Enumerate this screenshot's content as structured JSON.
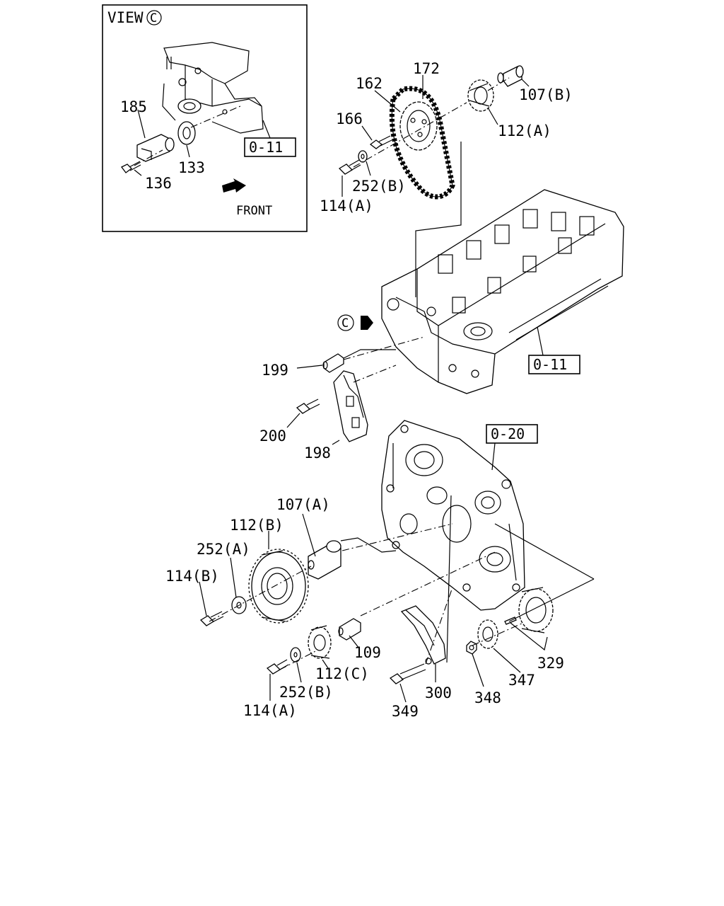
{
  "inset": {
    "view_label": "VIEW",
    "view_marker": "C",
    "front_label": "FRONT",
    "ref_box": "0-11"
  },
  "direction_marker": "C",
  "ref_boxes": {
    "head": "0-11",
    "cover": "0-20"
  },
  "callouts": [
    {
      "id": "185",
      "text": "185"
    },
    {
      "id": "133",
      "text": "133"
    },
    {
      "id": "136",
      "text": "136"
    },
    {
      "id": "172",
      "text": "172"
    },
    {
      "id": "162",
      "text": "162"
    },
    {
      "id": "166",
      "text": "166"
    },
    {
      "id": "107b",
      "text": "107(B)"
    },
    {
      "id": "112a",
      "text": "112(A)"
    },
    {
      "id": "252b_top",
      "text": "252(B)"
    },
    {
      "id": "114a_top",
      "text": "114(A)"
    },
    {
      "id": "199",
      "text": "199"
    },
    {
      "id": "200",
      "text": "200"
    },
    {
      "id": "198",
      "text": "198"
    },
    {
      "id": "107a",
      "text": "107(A)"
    },
    {
      "id": "112b",
      "text": "112(B)"
    },
    {
      "id": "252a",
      "text": "252(A)"
    },
    {
      "id": "114b",
      "text": "114(B)"
    },
    {
      "id": "109",
      "text": "109"
    },
    {
      "id": "112c",
      "text": "112(C)"
    },
    {
      "id": "252b_bot",
      "text": "252(B)"
    },
    {
      "id": "114a_bot",
      "text": "114(A)"
    },
    {
      "id": "300",
      "text": "300"
    },
    {
      "id": "349",
      "text": "349"
    },
    {
      "id": "348",
      "text": "348"
    },
    {
      "id": "347",
      "text": "347"
    },
    {
      "id": "329",
      "text": "329"
    }
  ]
}
